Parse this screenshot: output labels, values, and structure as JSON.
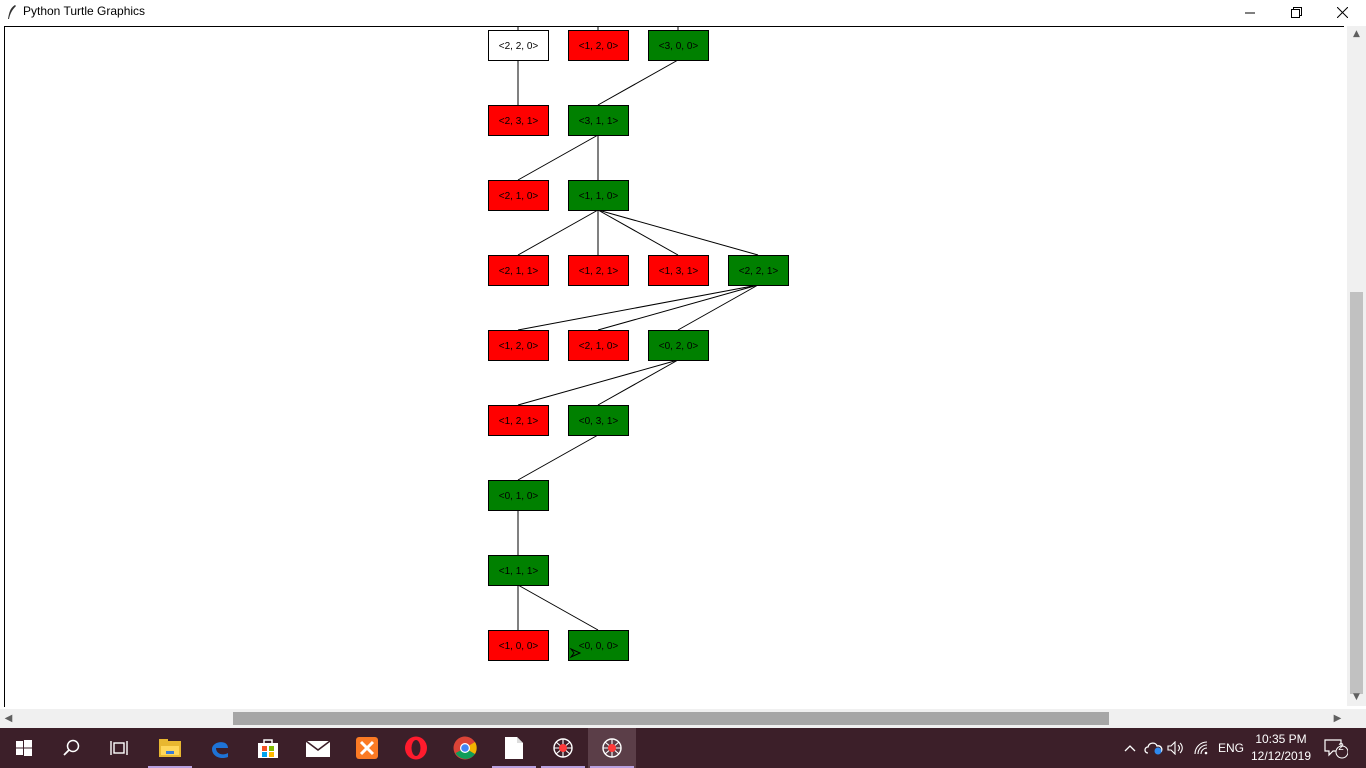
{
  "window": {
    "title": "Python Turtle Graphics",
    "minimize_icon": "minimize-icon",
    "restore_icon": "restore-icon",
    "close_icon": "close-icon"
  },
  "colors": {
    "red": "#ff0000",
    "green": "#008000",
    "white": "#ffffff",
    "taskbar": "#3c1f29"
  },
  "tree": {
    "nodes": [
      {
        "id": "n0",
        "label": "<2, 2, 0>",
        "color": "white"
      },
      {
        "id": "n1",
        "label": "<1, 2, 0>",
        "color": "red"
      },
      {
        "id": "n2",
        "label": "<3, 0, 0>",
        "color": "green"
      },
      {
        "id": "n3",
        "label": "<2, 3, 1>",
        "color": "red"
      },
      {
        "id": "n4",
        "label": "<3, 1, 1>",
        "color": "green"
      },
      {
        "id": "n5",
        "label": "<2, 1, 0>",
        "color": "red"
      },
      {
        "id": "n6",
        "label": "<1, 1, 0>",
        "color": "green"
      },
      {
        "id": "n7",
        "label": "<2, 1, 1>",
        "color": "red"
      },
      {
        "id": "n8",
        "label": "<1, 2, 1>",
        "color": "red"
      },
      {
        "id": "n9",
        "label": "<1, 3, 1>",
        "color": "red"
      },
      {
        "id": "n10",
        "label": "<2, 2, 1>",
        "color": "green"
      },
      {
        "id": "n11",
        "label": "<1, 2, 0>",
        "color": "red"
      },
      {
        "id": "n12",
        "label": "<2, 1, 0>",
        "color": "red"
      },
      {
        "id": "n13",
        "label": "<0, 2, 0>",
        "color": "green"
      },
      {
        "id": "n14",
        "label": "<1, 2, 1>",
        "color": "red"
      },
      {
        "id": "n15",
        "label": "<0, 3, 1>",
        "color": "green"
      },
      {
        "id": "n16",
        "label": "<0, 1, 0>",
        "color": "green"
      },
      {
        "id": "n17",
        "label": "<1, 1, 1>",
        "color": "green"
      },
      {
        "id": "n18",
        "label": "<1, 0, 0>",
        "color": "red"
      },
      {
        "id": "n19",
        "label": "<0, 0, 0>",
        "color": "green"
      }
    ],
    "edges": [
      [
        "n0",
        "n3"
      ],
      [
        "n2",
        "n4"
      ],
      [
        "n4",
        "n5"
      ],
      [
        "n4",
        "n6"
      ],
      [
        "n6",
        "n7"
      ],
      [
        "n6",
        "n8"
      ],
      [
        "n6",
        "n9"
      ],
      [
        "n6",
        "n10"
      ],
      [
        "n10",
        "n11"
      ],
      [
        "n10",
        "n12"
      ],
      [
        "n10",
        "n13"
      ],
      [
        "n13",
        "n14"
      ],
      [
        "n13",
        "n15"
      ],
      [
        "n15",
        "n16"
      ],
      [
        "n16",
        "n17"
      ],
      [
        "n17",
        "n18"
      ],
      [
        "n17",
        "n19"
      ]
    ]
  },
  "taskbar": {
    "apps": [
      {
        "name": "start-icon"
      },
      {
        "name": "search-icon"
      },
      {
        "name": "task-view-icon"
      },
      {
        "name": "file-explorer-icon"
      },
      {
        "name": "edge-icon"
      },
      {
        "name": "store-icon"
      },
      {
        "name": "mail-icon"
      },
      {
        "name": "xampp-icon"
      },
      {
        "name": "opera-icon"
      },
      {
        "name": "chrome-icon"
      },
      {
        "name": "notepad-icon"
      },
      {
        "name": "turtle-app-icon"
      },
      {
        "name": "turtle-app-icon-active"
      }
    ],
    "language": "ENG",
    "time": "10:35 PM",
    "date": "12/12/2019",
    "notification_count": "2"
  }
}
